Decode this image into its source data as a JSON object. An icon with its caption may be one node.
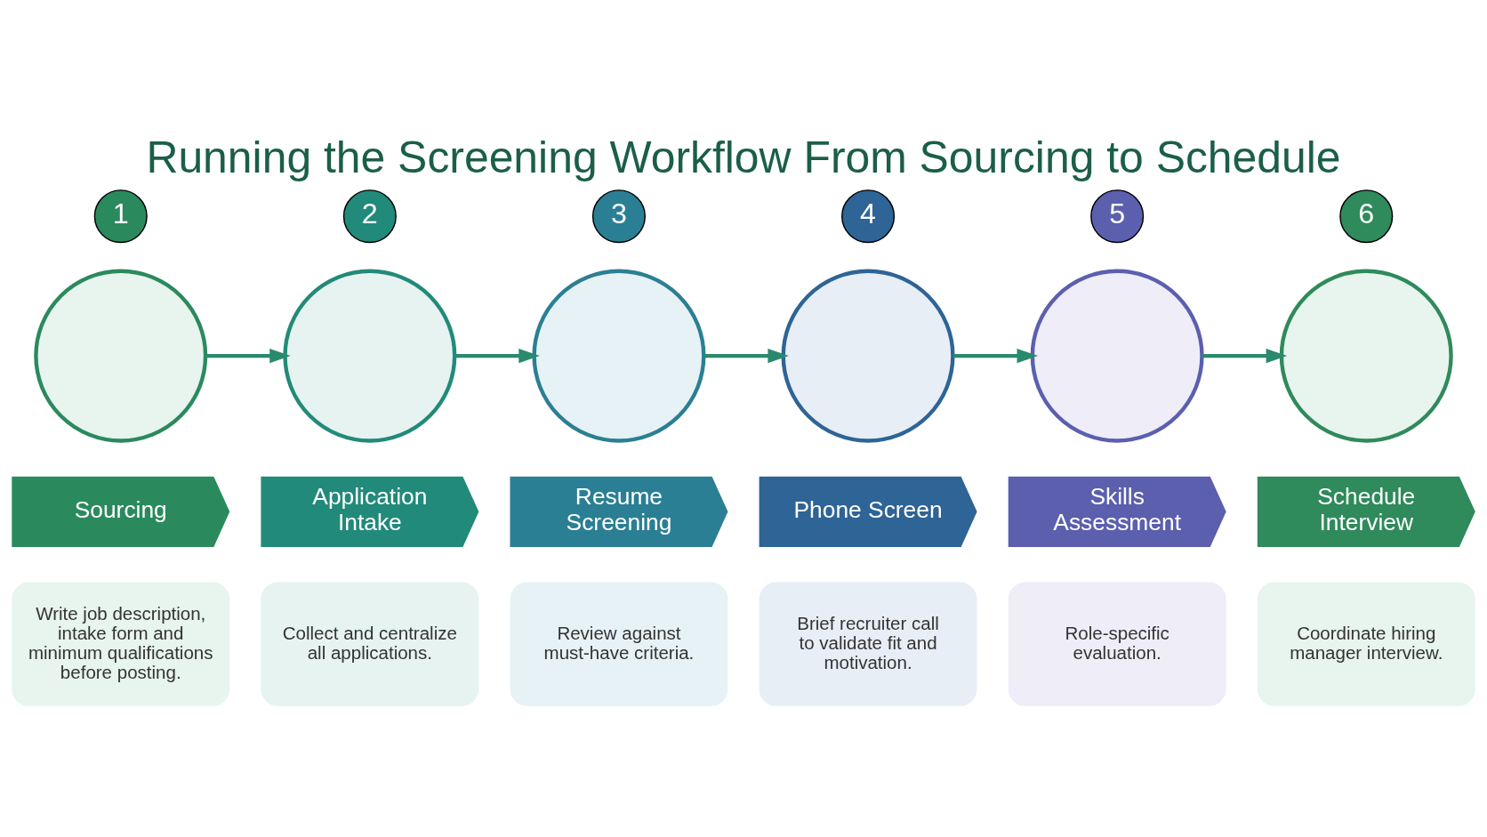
{
  "diagram": {
    "title": "Running the Screening Workflow From Sourcing to Schedule",
    "nodes": [
      {
        "text": [
          "1"
        ]
      },
      {
        "text": [],
        "shape": "circle"
      },
      {
        "text": [
          "Sourcing"
        ]
      },
      {
        "text": [
          "Write job description, intake form and minimum qualifications before posting."
        ]
      },
      {
        "text": [
          "2"
        ]
      },
      {
        "text": [],
        "shape": "circle"
      },
      {
        "text": [
          "Application Intake"
        ]
      },
      {
        "text": [
          "Collect and centralize all applications."
        ]
      },
      {
        "text": [
          "3"
        ]
      },
      {
        "text": [],
        "shape": "circle"
      },
      {
        "text": [
          "Resume Screening"
        ]
      },
      {
        "text": [
          "Review against must-have criteria."
        ]
      },
      {
        "text": [
          "4"
        ]
      },
      {
        "text": [],
        "shape": "circle"
      },
      {
        "text": [
          "Phone Screen"
        ]
      },
      {
        "text": [
          "Brief recruiter call to validate fit and motivation."
        ]
      },
      {
        "text": [
          "5"
        ]
      },
      {
        "text": [],
        "shape": "circle"
      },
      {
        "text": [
          "Skills Assessment"
        ]
      },
      {
        "text": [
          "Role-specific evaluation."
        ]
      },
      {
        "text": [
          "6"
        ]
      },
      {
        "text": [],
        "shape": "circle"
      },
      {
        "text": [
          "Schedule Interview"
        ]
      },
      {
        "text": [
          "Coordinate hiring manager interview."
        ]
      }
    ],
    "edges": [
      {
        "from": 1,
        "to": 5,
        "arrow": "to"
      },
      {
        "from": 5,
        "to": 9,
        "arrow": "to"
      },
      {
        "from": 9,
        "to": 13,
        "arrow": "to"
      },
      {
        "from": 13,
        "to": 17,
        "arrow": "to"
      },
      {
        "from": 17,
        "to": 21,
        "arrow": "to"
      }
    ]
  }
}
